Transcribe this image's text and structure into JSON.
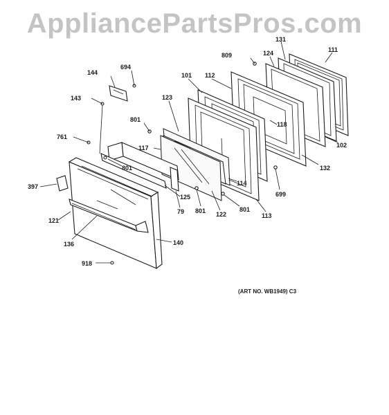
{
  "watermark": "AppliancePartsPros.com",
  "art_number": "(ART NO. WB1949) C3",
  "labels": {
    "l131": "131",
    "l111": "111",
    "l809": "809",
    "l124": "124",
    "l144": "144",
    "l694": "694",
    "l101": "101",
    "l112": "112",
    "l143": "143",
    "l123": "123",
    "l118": "118",
    "l801a": "801",
    "l761": "761",
    "l117": "117",
    "l102": "102",
    "l801b": "801",
    "l132": "132",
    "l114": "114",
    "l699": "699",
    "l397": "397",
    "l125": "125",
    "l79": "79",
    "l801c": "801",
    "l122": "122",
    "l801d": "801",
    "l113": "113",
    "l121": "121",
    "l136": "136",
    "l140": "140",
    "l918": "918"
  }
}
